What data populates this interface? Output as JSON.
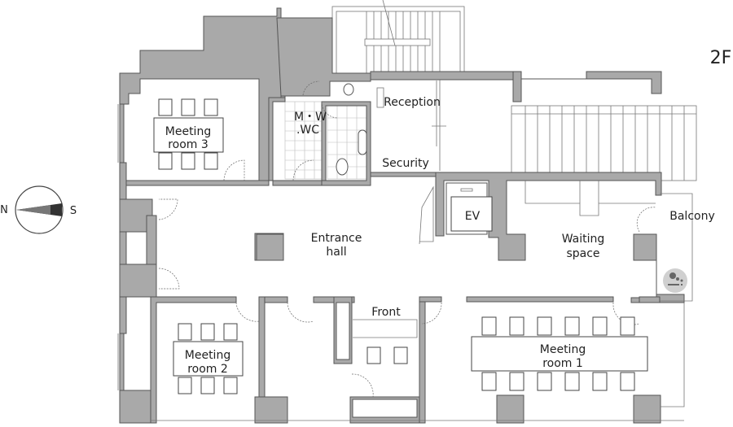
{
  "floor_label": "2F",
  "compass": {
    "north": "N",
    "south": "S"
  },
  "rooms": {
    "meeting_room_3": {
      "line1": "Meeting",
      "line2": "room 3"
    },
    "wc": {
      "line1": "M・W",
      "line2": ".WC"
    },
    "reception": "Reception",
    "security": "Security",
    "entrance_hall": {
      "line1": "Entrance",
      "line2": "hall"
    },
    "ev": "EV",
    "waiting_space": {
      "line1": "Waiting",
      "line2": "space"
    },
    "balcony": "Balcony",
    "front": "Front",
    "meeting_room_2": {
      "line1": "Meeting",
      "line2": "room 2"
    },
    "meeting_room_1": {
      "line1": "Meeting",
      "line2": "room 1"
    }
  },
  "colors": {
    "wall": "#a9a9a9",
    "line": "#555555"
  }
}
